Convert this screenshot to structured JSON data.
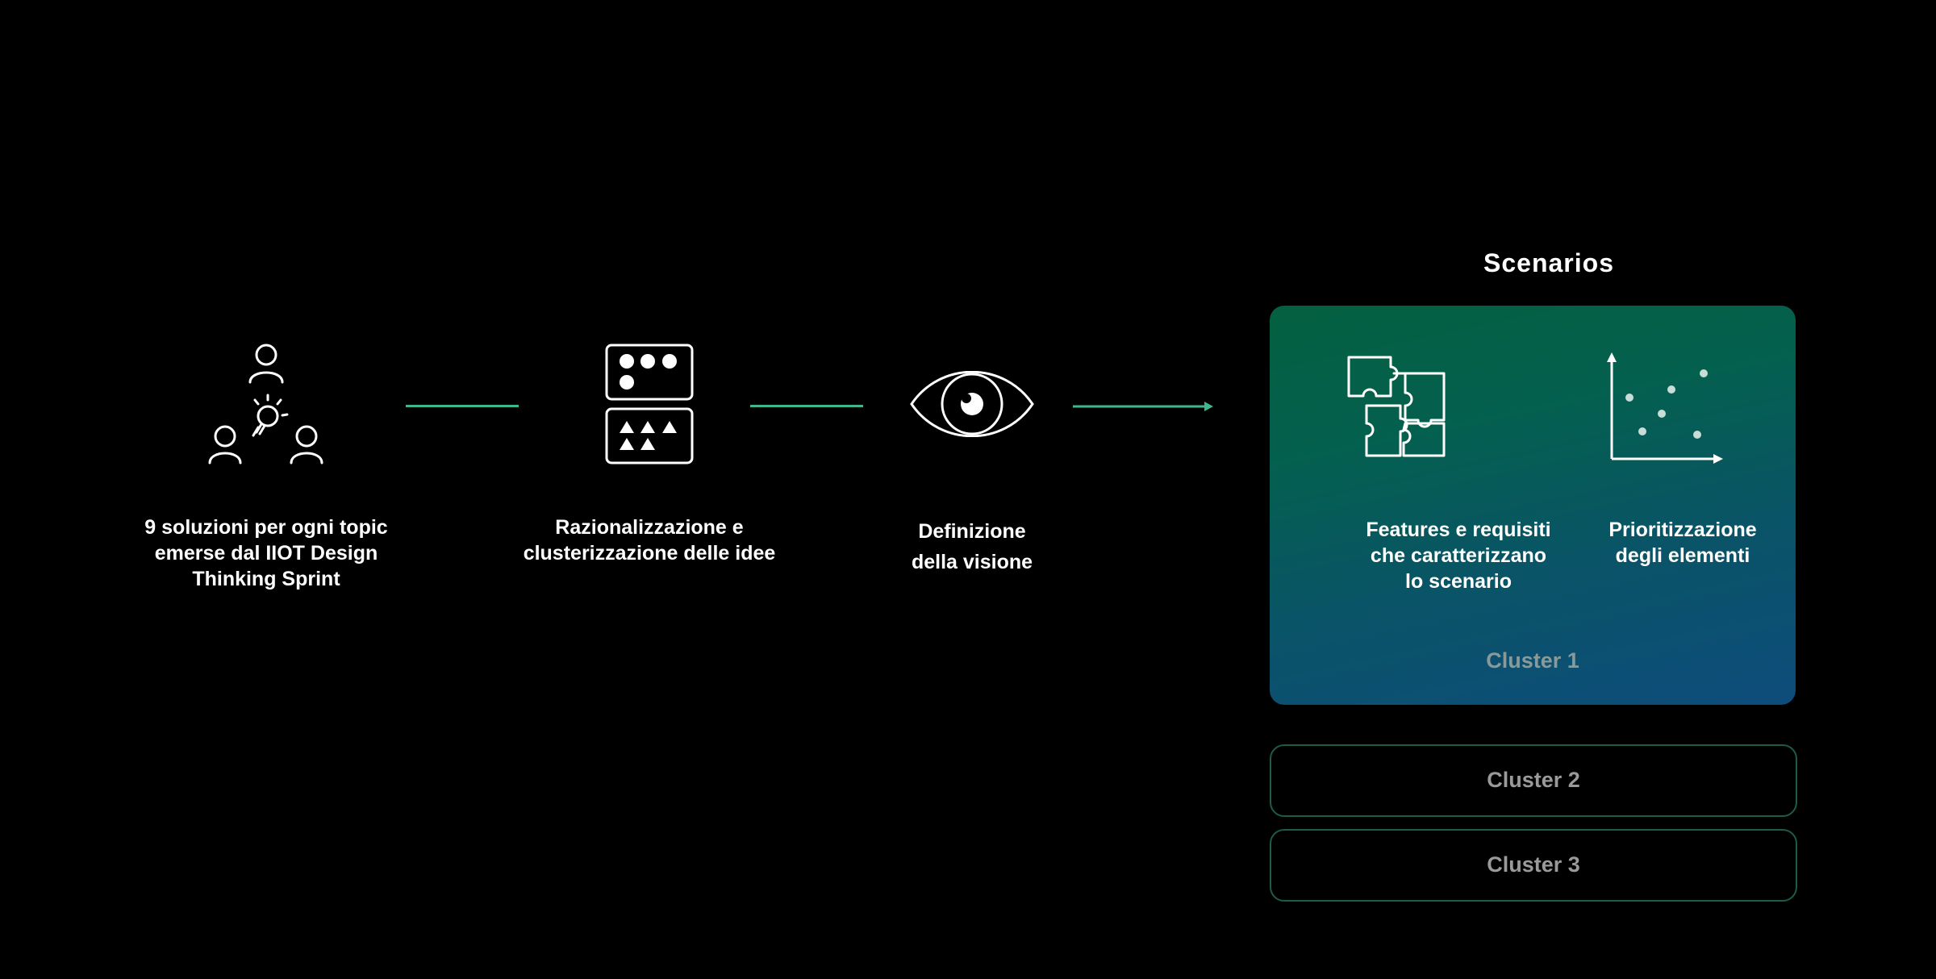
{
  "steps": [
    {
      "label": "9 soluzioni per ogni topic\nemerse dal IIOT Design\nThinking Sprint",
      "icon": "people-idea-icon"
    },
    {
      "label": "Razionalizzazione e\nclusterizzazione delle idee",
      "icon": "grouped-shapes-icon"
    },
    {
      "label": "Definizione\ndella visione",
      "icon": "eye-icon"
    }
  ],
  "scenarios": {
    "title": "Scenarios",
    "cards": [
      {
        "label": "Features e requisiti\nche caratterizzano\nlo scenario",
        "icon": "puzzle-icon"
      },
      {
        "label": "Prioritizzazione\ndegli elementi",
        "icon": "scatter-plot-icon"
      }
    ],
    "clusters": [
      "Cluster 1",
      "Cluster 2",
      "Cluster 3"
    ]
  },
  "colors": {
    "background": "#000000",
    "accent": "#3fb68b",
    "cluster_gradient_top": "#04603f",
    "cluster_gradient_bottom": "#0e4c7c",
    "cluster_outline": "#1f5a4a"
  }
}
